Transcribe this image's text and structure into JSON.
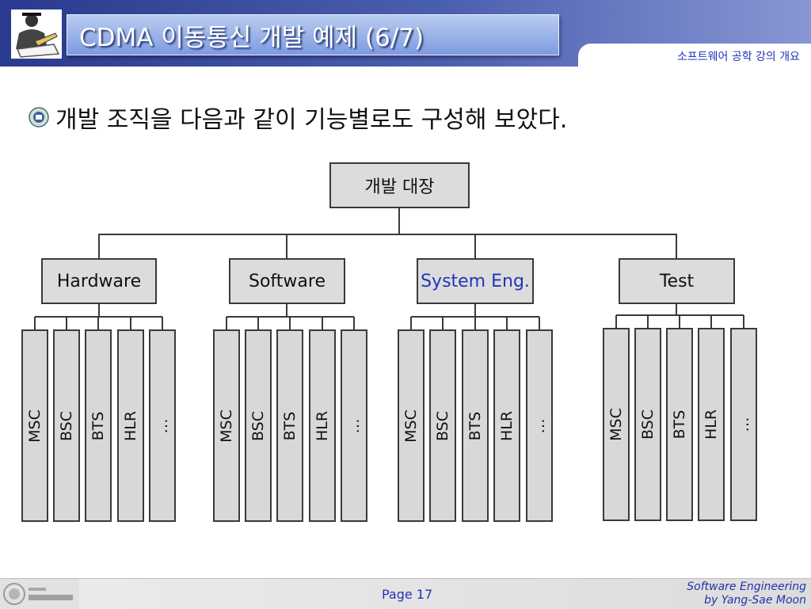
{
  "header": {
    "title": "CDMA 이동통신 개발 예제 (6/7)",
    "tab_label": "소프트웨어 공학 강의 개요"
  },
  "bullet": {
    "text": "개발 조직을 다음과 같이 기능별로도 구성해 보았다."
  },
  "org_chart": {
    "root": "개발 대장",
    "groups": [
      {
        "label": "Hardware",
        "color": "#111111",
        "children": [
          "MSC",
          "BSC",
          "BTS",
          "HLR",
          "…"
        ]
      },
      {
        "label": "Software",
        "color": "#111111",
        "children": [
          "MSC",
          "BSC",
          "BTS",
          "HLR",
          "…"
        ]
      },
      {
        "label": "System Eng.",
        "color": "#2233bb",
        "children": [
          "MSC",
          "BSC",
          "BTS",
          "HLR",
          "…"
        ]
      },
      {
        "label": "Test",
        "color": "#111111",
        "children": [
          "MSC",
          "BSC",
          "BTS",
          "HLR",
          "…"
        ]
      }
    ]
  },
  "footer": {
    "page": "Page 17",
    "credit_line1": "Software Engineering",
    "credit_line2": "by Yang-Sae Moon"
  }
}
